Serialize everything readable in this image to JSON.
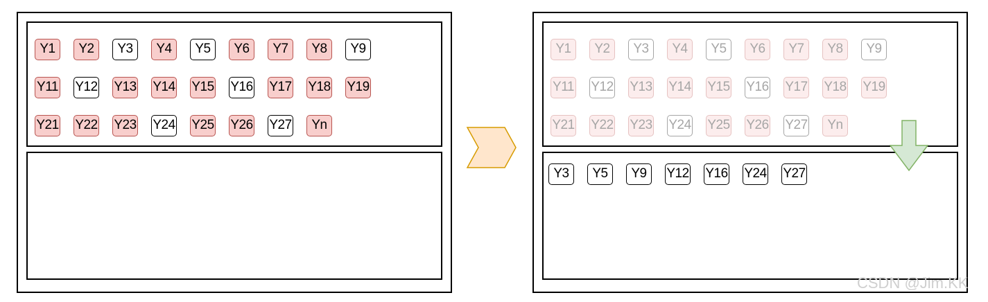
{
  "left_panel": {
    "items": [
      {
        "label": "Y1",
        "highlight": true
      },
      {
        "label": "Y2",
        "highlight": true
      },
      {
        "label": "Y3",
        "highlight": false
      },
      {
        "label": "Y4",
        "highlight": true
      },
      {
        "label": "Y5",
        "highlight": false
      },
      {
        "label": "Y6",
        "highlight": true
      },
      {
        "label": "Y7",
        "highlight": true
      },
      {
        "label": "Y8",
        "highlight": true
      },
      {
        "label": "Y9",
        "highlight": false
      },
      {
        "label": "Y11",
        "highlight": true
      },
      {
        "label": "Y12",
        "highlight": false
      },
      {
        "label": "Y13",
        "highlight": true
      },
      {
        "label": "Y14",
        "highlight": true
      },
      {
        "label": "Y15",
        "highlight": true
      },
      {
        "label": "Y16",
        "highlight": false
      },
      {
        "label": "Y17",
        "highlight": true
      },
      {
        "label": "Y18",
        "highlight": true
      },
      {
        "label": "Y19",
        "highlight": true
      },
      {
        "label": "Y21",
        "highlight": true
      },
      {
        "label": "Y22",
        "highlight": true
      },
      {
        "label": "Y23",
        "highlight": true
      },
      {
        "label": "Y24",
        "highlight": false
      },
      {
        "label": "Y25",
        "highlight": true
      },
      {
        "label": "Y26",
        "highlight": true
      },
      {
        "label": "Y27",
        "highlight": false
      },
      {
        "label": "Yn",
        "highlight": true
      }
    ]
  },
  "right_panel": {
    "extracted": [
      "Y3",
      "Y5",
      "Y9",
      "Y12",
      "Y16",
      "Y24",
      "Y27"
    ]
  },
  "watermark": "CSDN @Jim.KK",
  "colors": {
    "highlight_fill": "#f8cecc",
    "highlight_stroke": "#b85450",
    "chevron_fill": "#ffe6cc",
    "chevron_stroke": "#d79b00",
    "down_arrow_fill": "#d5e8d4",
    "down_arrow_stroke": "#82b366"
  }
}
